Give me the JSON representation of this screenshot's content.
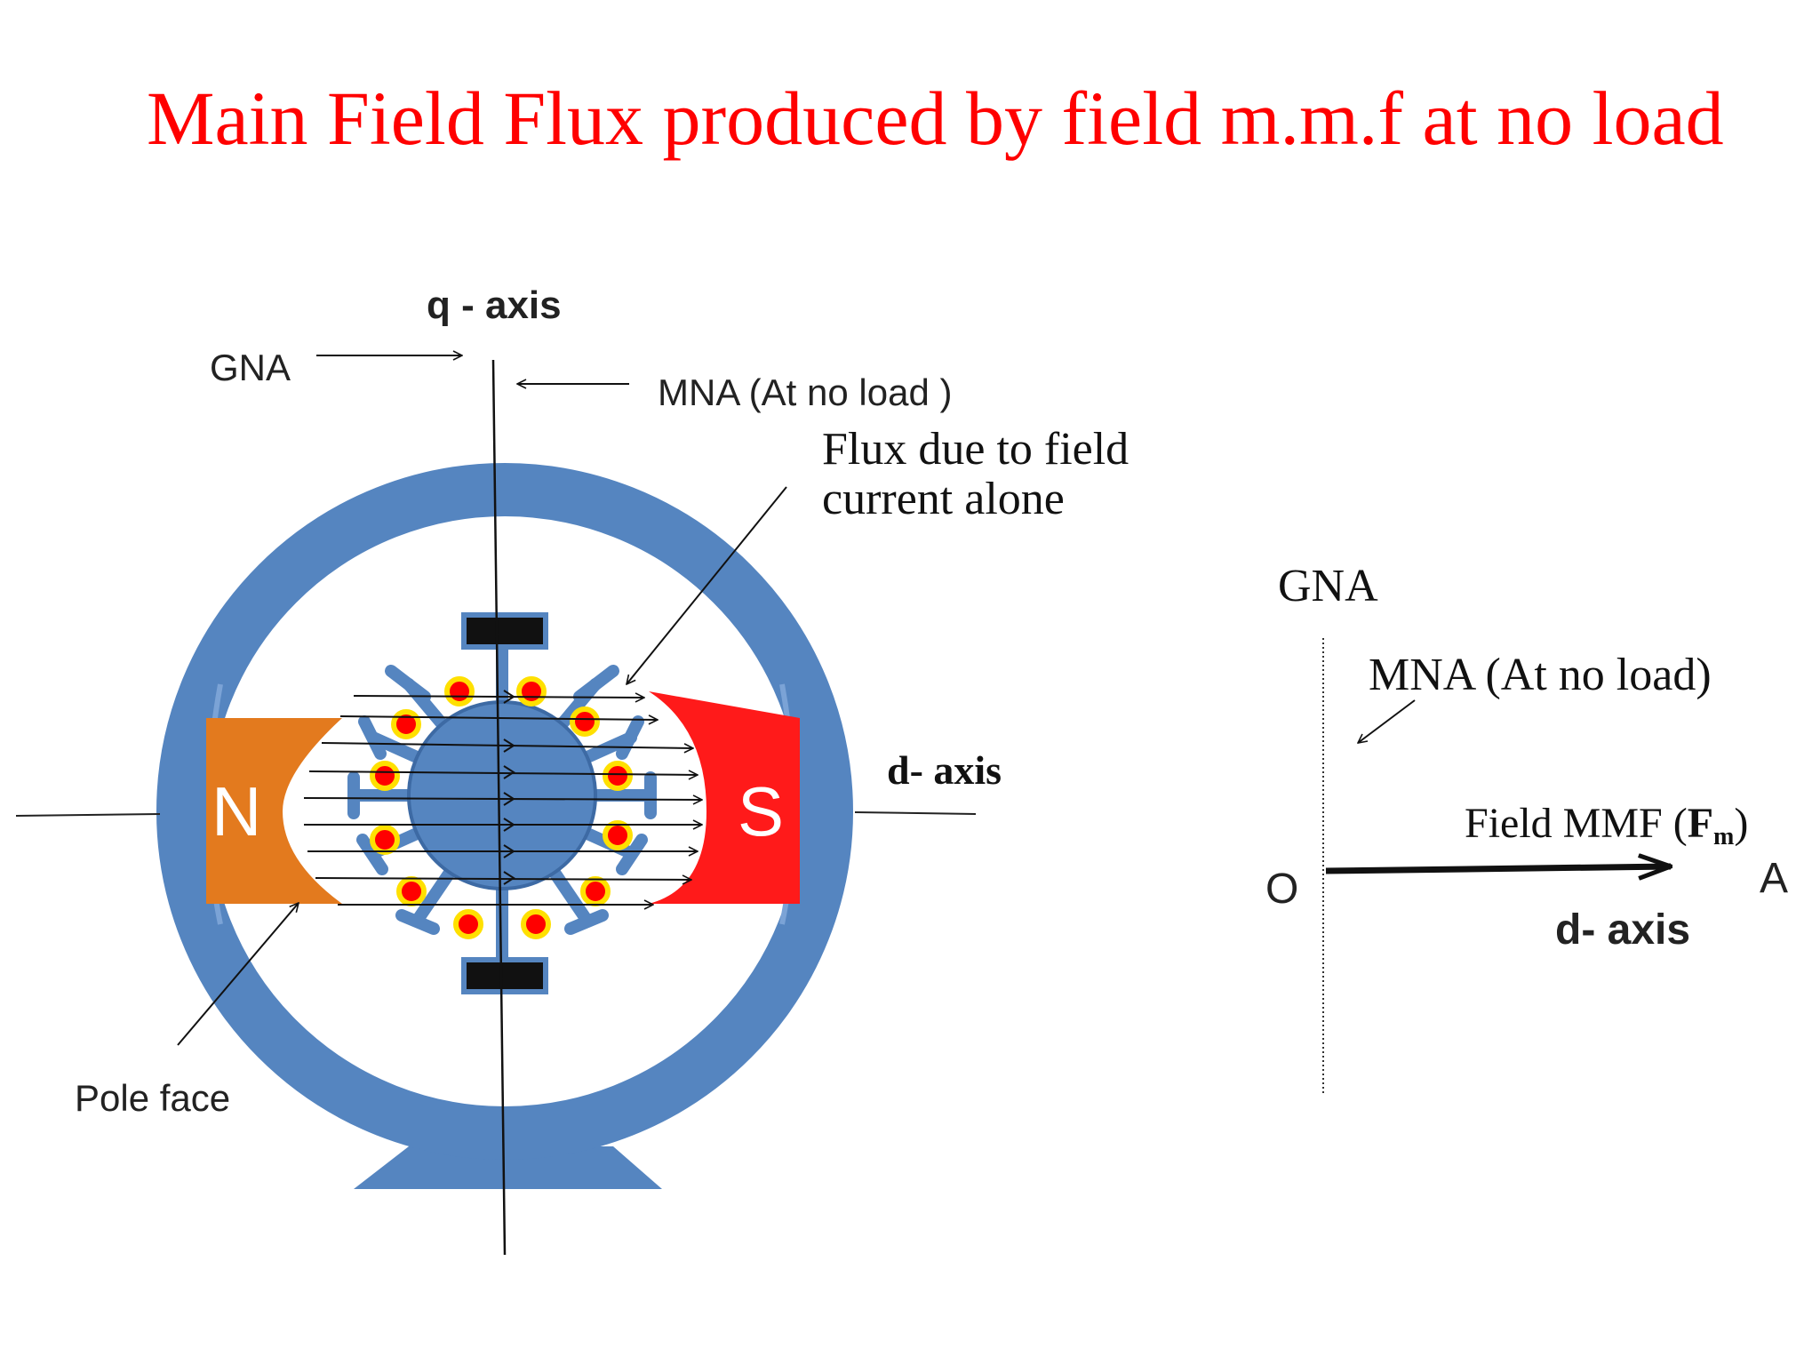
{
  "title": "Main Field Flux produced by field m.m.f at no load",
  "machine": {
    "q_axis_label": "q - axis",
    "gna_label": "GNA",
    "mna_label": "MNA (At no load )",
    "flux_label_line1": "Flux due to field",
    "flux_label_line2": "current alone",
    "d_axis_label": "d- axis",
    "pole_face_label": "Pole face",
    "north_pole": "N",
    "south_pole": "S"
  },
  "phasor": {
    "gna_label": "GNA",
    "mna_label": "MNA (At no load)",
    "field_mmf_label": "Field  MMF  (",
    "field_mmf_symbol": "F",
    "field_mmf_subscript": "m",
    "field_mmf_close": ")",
    "origin_label": "O",
    "end_label": "A",
    "d_axis_label": "d- axis"
  },
  "colors": {
    "title": "#ff0000",
    "yoke": "#5585c0",
    "north_pole": "#e37a1e",
    "south_pole": "#ff1a1a",
    "conductor": "#ff0000",
    "conductor_ring": "#ffe000",
    "brush": "#111111"
  },
  "icons": {
    "conductor": "conductor-dot-icon",
    "brush": "brush-icon"
  }
}
